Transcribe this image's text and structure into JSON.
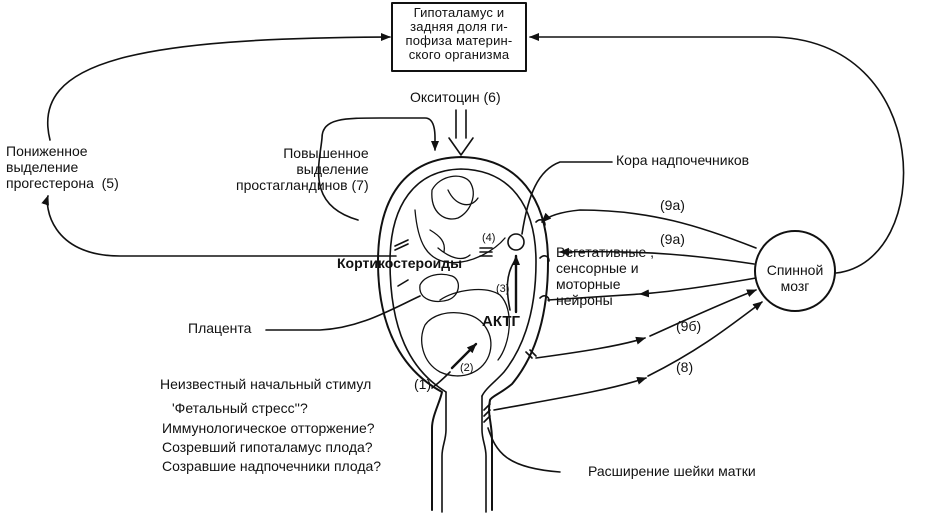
{
  "colors": {
    "ink": "#111111",
    "background": "#ffffff"
  },
  "labels": {
    "hypothalamus_box": "Гипоталамус и\nзадняя доля ги-\nпофиза материн-\nского организма",
    "oxytocin": "Окситоцин (6)",
    "progesterone": "Пониженное\nвыделение\nпрогестерона  (5)",
    "prostaglandins": "Повышенное\nвыделение\nпростагландинов (7)",
    "adrenal_cortex": "Кора надпочечников",
    "corticosteroids": "Кортикостероиды",
    "placenta": "Плацента",
    "actg": "АКТГ",
    "autonomic_neurons": "Вегетативные ,\nсенсорные и\nмоторные\nнейроны",
    "spinal_cord": "Спинной\nмозг",
    "unknown_stimulus": "Неизвестный начальный стимул",
    "fetal_stress": "'Фетальный стресс''?",
    "immunological_rejection": "Иммунологическое отторжение?",
    "mature_hypothalamus": "Созревший гипоталамус плода?",
    "mature_adrenals": "Созравшие надпочечники плода?",
    "cervix_dilation": "Расширение шейки матки",
    "n1": "(1)",
    "n2": "(2)",
    "n3": "(3)",
    "n4": "(4)",
    "n8": "(8)",
    "n9a_top": "(9а)",
    "n9a_mid": "(9а)",
    "n9b": "(9б)"
  }
}
